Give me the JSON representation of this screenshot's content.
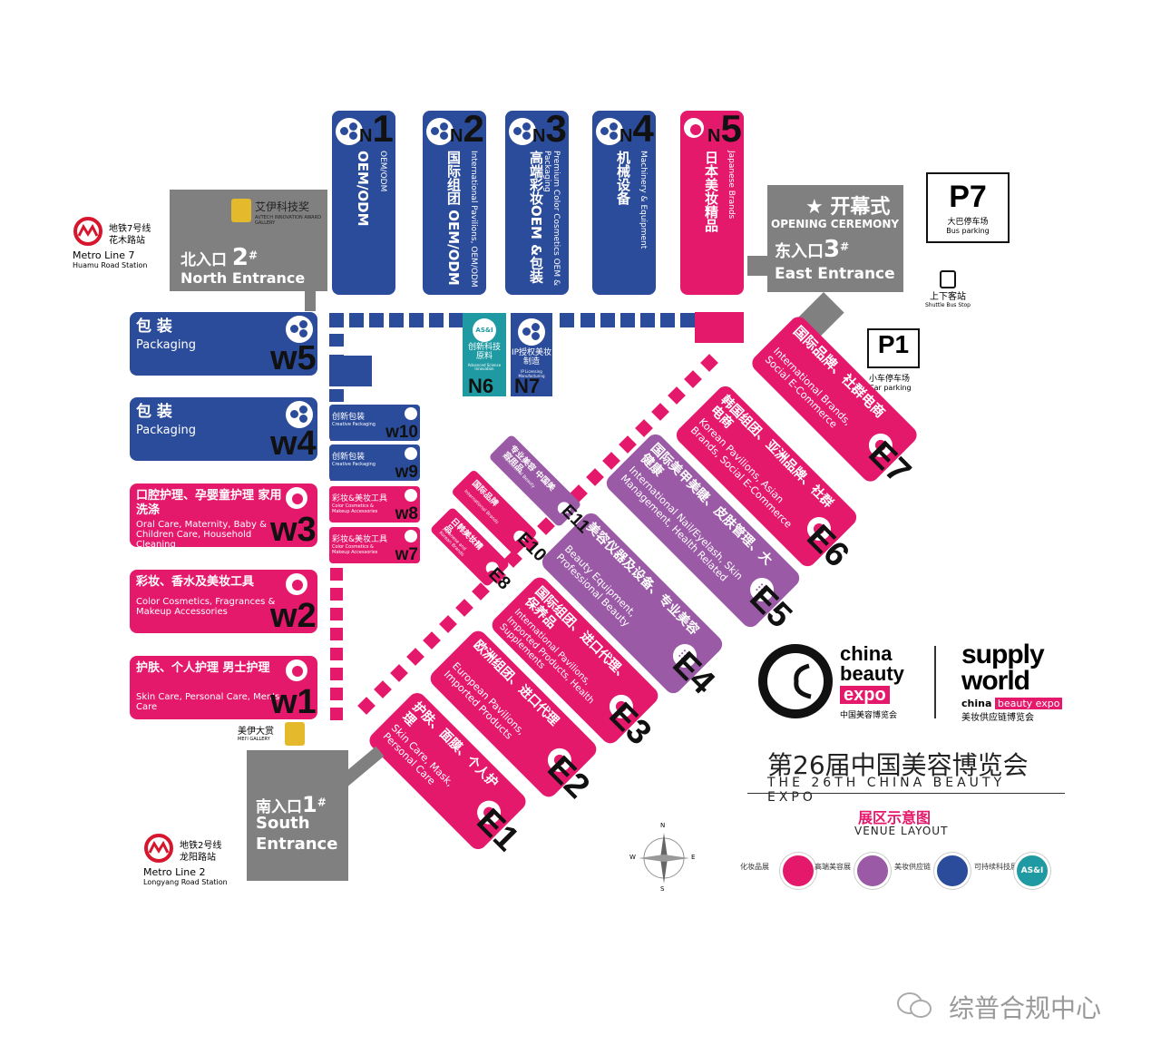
{
  "halls_north": [
    {
      "id": "N1",
      "cn": "OEM/ODM",
      "en": "OEM/ODM"
    },
    {
      "id": "N2",
      "cn": "国际组团 OEM/ODM",
      "en": "International Pavilions, OEM/ODM"
    },
    {
      "id": "N3",
      "cn": "高端彩妆OEM &包装",
      "en": "Premium Color Cosmetics OEM & Packaging"
    },
    {
      "id": "N4",
      "cn": "机械设备",
      "en": "Machinery & Equipment"
    },
    {
      "id": "N5",
      "cn": "日本美妆精品",
      "en": "Japanese Brands"
    }
  ],
  "n_letter": "N",
  "n_digits": [
    "1",
    "2",
    "3",
    "4",
    "5"
  ],
  "n6": {
    "id": "N6",
    "cn": "创新科技原料",
    "en": "Advanced Science Innovation",
    "badge": "AS&I"
  },
  "n7": {
    "id": "N7",
    "cn": "IP授权美妆制造",
    "en": "IP Licensing Manufacturing"
  },
  "halls_west": [
    {
      "id": "W5",
      "cn": "包 装",
      "en": "Packaging"
    },
    {
      "id": "W4",
      "cn": "包 装",
      "en": "Packaging"
    },
    {
      "id": "W3",
      "cn": "口腔护理、孕婴童护理 家用洗涤",
      "en": "Oral Care, Maternity, Baby & Children Care, Household Cleaning"
    },
    {
      "id": "W2",
      "cn": "彩妆、香水及美妆工具",
      "en": "Color Cosmetics, Fragrances & Makeup Accessories"
    },
    {
      "id": "W1",
      "cn": "护肤、个人护理 男士护理",
      "en": "Skin Care, Personal Care, Men's Care"
    }
  ],
  "w_labels": [
    "w5",
    "w4",
    "w3",
    "w2",
    "w1"
  ],
  "halls_w_small": [
    {
      "id": "w10",
      "cn": "创新包装",
      "en": "Creative Packaging"
    },
    {
      "id": "w9",
      "cn": "创新包装",
      "en": "Creative Packaging"
    },
    {
      "id": "w8",
      "cn": "彩妆&美妆工具",
      "en": "Color Cosmetics & Makeup Accessories"
    },
    {
      "id": "w7",
      "cn": "彩妆&美妆工具",
      "en": "Color Cosmetics & Makeup Accessories"
    }
  ],
  "halls_east": [
    {
      "id": "E7",
      "cn": "国际品牌、社群电商",
      "en": "International Brands, Social E-Commerce"
    },
    {
      "id": "E6",
      "cn": "韩国组团、亚洲品牌、社群电商",
      "en": "Korean Pavilions, Asian Brands, Social E-Commerce"
    },
    {
      "id": "E5",
      "cn": "国际美甲美睫、皮肤管理、大健康",
      "en": "International Nail/Eyelash, Skin Management, Health Related"
    },
    {
      "id": "E4",
      "cn": "美容仪器及设备、专业美容",
      "en": "Beauty Equipment, Professional Beauty"
    },
    {
      "id": "E3",
      "cn": "国际组团、进口代理、保养品",
      "en": "International Pavilions, Imported Products, Health Supplements"
    },
    {
      "id": "E2",
      "cn": "欧洲组团、进口代理",
      "en": "European Pavilions, Imported Products"
    },
    {
      "id": "E1",
      "cn": "护肤、面膜、个人护理",
      "en": "Skin Care, Mask, Personal Care"
    },
    {
      "id": "E11",
      "cn": "专业美容 中国美容用品",
      "en": "Professional Beauty"
    },
    {
      "id": "E10",
      "cn": "国际品牌",
      "en": "International Brands"
    },
    {
      "id": "E8",
      "cn": "日韩美妆精品",
      "en": "Japanese and Korean Brands"
    }
  ],
  "entrances": {
    "north": {
      "cn": "北入口",
      "num": "2",
      "sup": "#",
      "en": "North Entrance"
    },
    "east": {
      "cn": "东入口",
      "num": "3",
      "sup": "#",
      "en": "East Entrance"
    },
    "south": {
      "cn": "南入口",
      "num": "1",
      "sup": "#",
      "en": "South Entrance"
    },
    "opening_cn": "开幕式",
    "opening_en": "OPENING CEREMONY"
  },
  "award": {
    "cn": "艾伊科技奖",
    "en": "AI/TECH INNOVATION AWARD GALLERY"
  },
  "gallery": {
    "cn": "美伊大赏",
    "en": "MEI'I GALLERY"
  },
  "metro7": {
    "cn1": "地铁7号线",
    "cn2": "花木路站",
    "en1": "Metro Line 7",
    "en2": "Huamu Road Station"
  },
  "metro2": {
    "cn1": "地铁2号线",
    "cn2": "龙阳路站",
    "en1": "Metro Line 2",
    "en2": "Longyang Road Station"
  },
  "p7": {
    "label": "P7",
    "cn": "大巴停车场",
    "en": "Bus parking"
  },
  "p1": {
    "label": "P1",
    "cn": "小车停车场",
    "en": "Car parking"
  },
  "shuttle": {
    "cn": "上下客站",
    "en": "Shuttle Bus Stop"
  },
  "brand": {
    "cbe_line1": "china",
    "cbe_line2": "beauty",
    "cbe_line3": "expo",
    "cbe_cn": "中国美容博览会",
    "sw_line1": "supply",
    "sw_line2": "world",
    "sw_sub1": "china",
    "sw_sub2": "beauty expo",
    "sw_cn": "美妆供应链博览会",
    "title_cn": "第26届中国美容博览会",
    "title_en": "THE 26TH CHINA BEAUTY EXPO",
    "venue_cn": "展区示意图",
    "venue_en": "VENUE LAYOUT"
  },
  "legend": [
    {
      "cn": "化妆品展",
      "color": "#e5196b"
    },
    {
      "cn": "高端美容展",
      "color": "#9a5aa6"
    },
    {
      "cn": "美妆供应链",
      "color": "#2b4c9b"
    },
    {
      "cn": "可持续科技展",
      "color": "#1f9aa3",
      "badge": "AS&I"
    }
  ],
  "compass": {
    "n": "N",
    "s": "S",
    "e": "E",
    "w": "W"
  },
  "watermark": "综普合规中心",
  "colors": {
    "blue": "#2b4c9b",
    "pink": "#e5196b",
    "purple": "#9a5aa6",
    "teal": "#1f9aa3",
    "gray": "#808080"
  }
}
